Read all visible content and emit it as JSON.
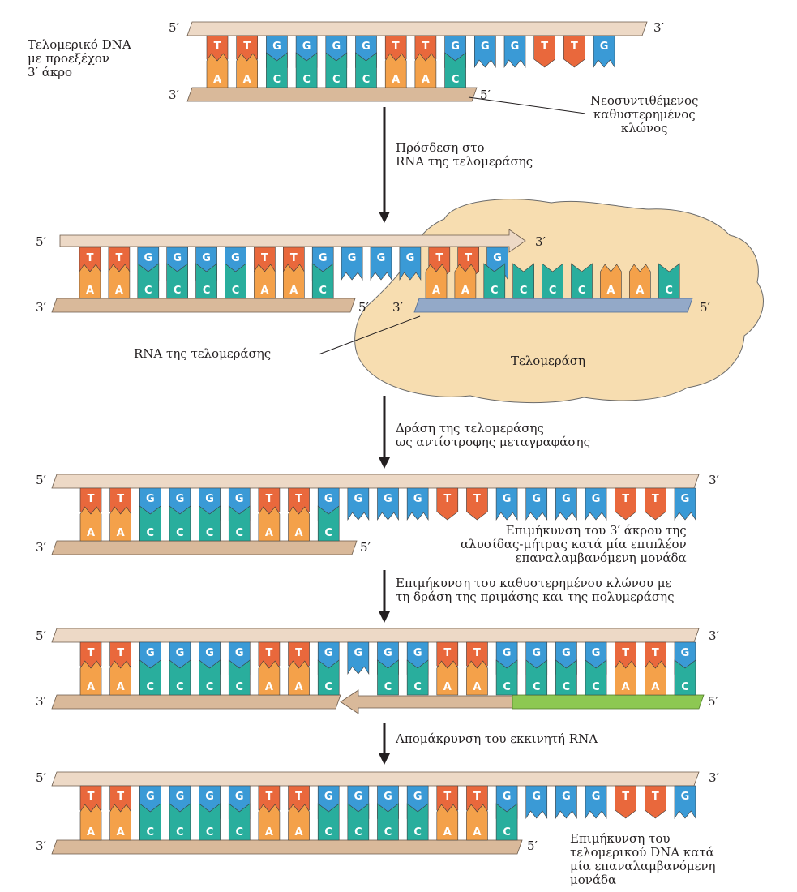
{
  "colors": {
    "T": "#e9683c",
    "A": "#f4a14a",
    "G": "#3a9ad6",
    "C": "#29ae9d",
    "backbone": "#d9b99a",
    "backbone_light": "#edd9c6",
    "rna": "#93a9c8",
    "primer": "#8dc852",
    "enzyme": "#f7ddb0",
    "arrow": "#231f20"
  },
  "labels": {
    "overhang": "Τελομερικό DNA\nμε προεξέχον\n3′ άκρο",
    "lagging": "Νεοσυντιθέμενος\nκαθυστερημένος\nκλώνος",
    "step1": "Πρόσδεση στο\nRNA της τελομεράσης",
    "rna_label": "RNA της τελομεράσης",
    "enzyme_label": "Τελομεράση",
    "step2": "Δράση της τελομεράσης\nως αντίστροφης μεταγραφάσης",
    "extend_note": "Επιμήκυνση του 3′ άκρου της\nαλυσίδας-μήτρας κατά μία επιπλέον\nεπαναλαμβανόμενη μονάδα",
    "step3": "Επιμήκυνση του καθυστερημένου κλώνου με\nτη δράση της πριμάσης και της πολυμεράσης",
    "step4": "Απομάκρυνση του εκκινητή RNA",
    "final_note": "Επιμήκυνση του\nτελομερικού DNA κατά\nμία επαναλαμβανόμενη\nμονάδα"
  },
  "ends": {
    "five": "5′",
    "three": "3′"
  },
  "panels": [
    {
      "id": "initial",
      "top_strand": [
        "T",
        "T",
        "G",
        "G",
        "G",
        "G",
        "T",
        "T",
        "G",
        "G",
        "G",
        "T",
        "T",
        "G"
      ],
      "bottom_strand": [
        "A",
        "A",
        "C",
        "C",
        "C",
        "C",
        "A",
        "A",
        "C"
      ]
    },
    {
      "id": "rna-binding",
      "top_strand": [
        "T",
        "T",
        "G",
        "G",
        "G",
        "G",
        "T",
        "T",
        "G",
        "G",
        "G",
        "G",
        "T",
        "T",
        "G"
      ],
      "bottom_strand": [
        "A",
        "A",
        "C",
        "C",
        "C",
        "C",
        "A",
        "A",
        "C"
      ],
      "rna_template": [
        "A",
        "A",
        "C",
        "C",
        "C",
        "C",
        "A",
        "A",
        "C"
      ]
    },
    {
      "id": "reverse-transcription",
      "top_strand": [
        "T",
        "T",
        "G",
        "G",
        "G",
        "G",
        "T",
        "T",
        "G",
        "G",
        "G",
        "G",
        "T",
        "T",
        "G",
        "G",
        "G",
        "G",
        "T",
        "T",
        "G"
      ],
      "bottom_strand": [
        "A",
        "A",
        "C",
        "C",
        "C",
        "C",
        "A",
        "A",
        "C"
      ]
    },
    {
      "id": "lagging-extension",
      "top_strand": [
        "T",
        "T",
        "G",
        "G",
        "G",
        "G",
        "T",
        "T",
        "G",
        "G",
        "G",
        "G",
        "T",
        "T",
        "G",
        "G",
        "G",
        "G",
        "T",
        "T",
        "G"
      ],
      "bottom_strand": [
        "A",
        "A",
        "C",
        "C",
        "C",
        "C",
        "A",
        "A",
        "C",
        "",
        "C",
        "C",
        "A",
        "A",
        "C",
        "C",
        "C",
        "C",
        "A",
        "A",
        "C"
      ]
    },
    {
      "id": "primer-removal",
      "top_strand": [
        "T",
        "T",
        "G",
        "G",
        "G",
        "G",
        "T",
        "T",
        "G",
        "G",
        "G",
        "G",
        "T",
        "T",
        "G",
        "G",
        "G",
        "G",
        "T",
        "T",
        "G"
      ],
      "bottom_strand": [
        "A",
        "A",
        "C",
        "C",
        "C",
        "C",
        "A",
        "A",
        "C",
        "C",
        "C",
        "C",
        "A",
        "A",
        "C"
      ]
    }
  ]
}
